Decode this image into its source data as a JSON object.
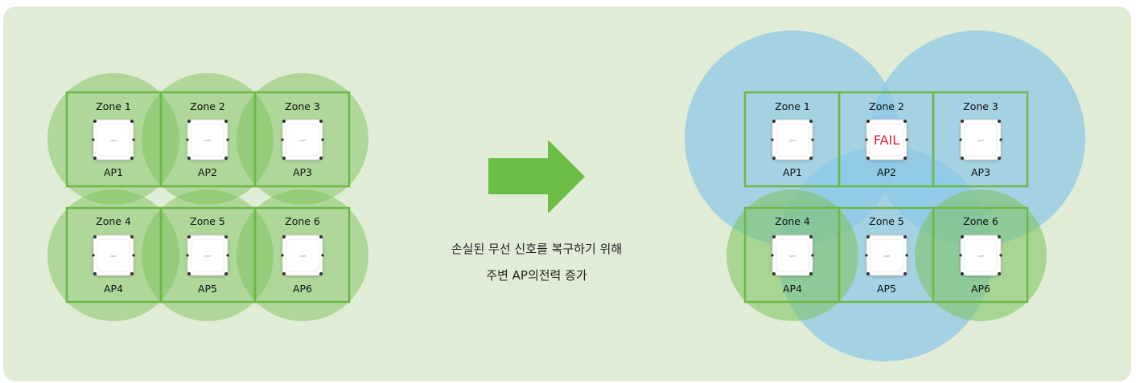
{
  "colors": {
    "background": "#e0ecd6",
    "green_coverage": "#7cc25c",
    "blue_coverage": "#8cc8e8",
    "zone_border": "#6cb846",
    "arrow": "#6cbd45",
    "fail_text": "#e8202a"
  },
  "left_grid": {
    "zones": [
      {
        "zone": "Zone 1",
        "ap": "AP1"
      },
      {
        "zone": "Zone 2",
        "ap": "AP2"
      },
      {
        "zone": "Zone 3",
        "ap": "AP3"
      },
      {
        "zone": "Zone 4",
        "ap": "AP4"
      },
      {
        "zone": "Zone 5",
        "ap": "AP5"
      },
      {
        "zone": "Zone 6",
        "ap": "AP6"
      }
    ]
  },
  "right_grid": {
    "zones": [
      {
        "zone": "Zone 1",
        "ap": "AP1"
      },
      {
        "zone": "Zone 2",
        "ap": "AP2",
        "status": "FAIL"
      },
      {
        "zone": "Zone 3",
        "ap": "AP3"
      },
      {
        "zone": "Zone 4",
        "ap": "AP4"
      },
      {
        "zone": "Zone 5",
        "ap": "AP5"
      },
      {
        "zone": "Zone 6",
        "ap": "AP6"
      }
    ]
  },
  "caption": {
    "line1": "손실된 무선 신호를 복구하기 위해",
    "line2": "주변 AP의전력 증가"
  },
  "device_logo": "zyxel"
}
